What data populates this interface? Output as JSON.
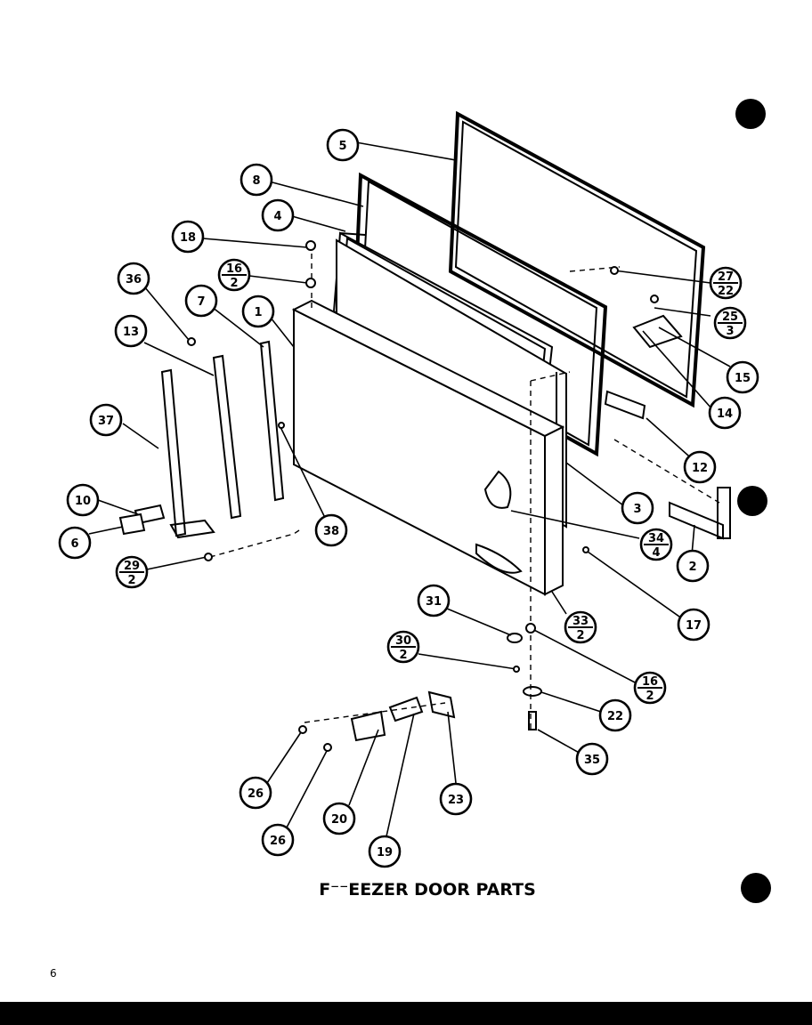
{
  "diagram": {
    "title": "F⁻⁻EEZER DOOR PARTS",
    "page_number": "6",
    "callouts": [
      {
        "id": "c5",
        "num": "5"
      },
      {
        "id": "c8",
        "num": "8"
      },
      {
        "id": "c4",
        "num": "4"
      },
      {
        "id": "c18",
        "num": "18"
      },
      {
        "id": "c16a",
        "num": "16",
        "qty": "2"
      },
      {
        "id": "c36",
        "num": "36"
      },
      {
        "id": "c7",
        "num": "7"
      },
      {
        "id": "c1",
        "num": "1"
      },
      {
        "id": "c13",
        "num": "13"
      },
      {
        "id": "c37",
        "num": "37"
      },
      {
        "id": "c10",
        "num": "10"
      },
      {
        "id": "c6",
        "num": "6"
      },
      {
        "id": "c29",
        "num": "29",
        "qty": "2"
      },
      {
        "id": "c38",
        "num": "38"
      },
      {
        "id": "c27",
        "num": "27",
        "qty": "22"
      },
      {
        "id": "c25",
        "num": "25",
        "qty": "3"
      },
      {
        "id": "c15",
        "num": "15"
      },
      {
        "id": "c14",
        "num": "14"
      },
      {
        "id": "c12",
        "num": "12"
      },
      {
        "id": "c3",
        "num": "3"
      },
      {
        "id": "c34",
        "num": "34",
        "qty": "4"
      },
      {
        "id": "c2",
        "num": "2"
      },
      {
        "id": "c17",
        "num": "17"
      },
      {
        "id": "c33",
        "num": "33",
        "qty": "2"
      },
      {
        "id": "c31",
        "num": "31"
      },
      {
        "id": "c30",
        "num": "30",
        "qty": "2"
      },
      {
        "id": "c16b",
        "num": "16",
        "qty": "2"
      },
      {
        "id": "c22",
        "num": "22"
      },
      {
        "id": "c35",
        "num": "35"
      },
      {
        "id": "c26a",
        "num": "26"
      },
      {
        "id": "c26b",
        "num": "26"
      },
      {
        "id": "c20",
        "num": "20"
      },
      {
        "id": "c19",
        "num": "19"
      },
      {
        "id": "c23",
        "num": "23"
      }
    ]
  }
}
